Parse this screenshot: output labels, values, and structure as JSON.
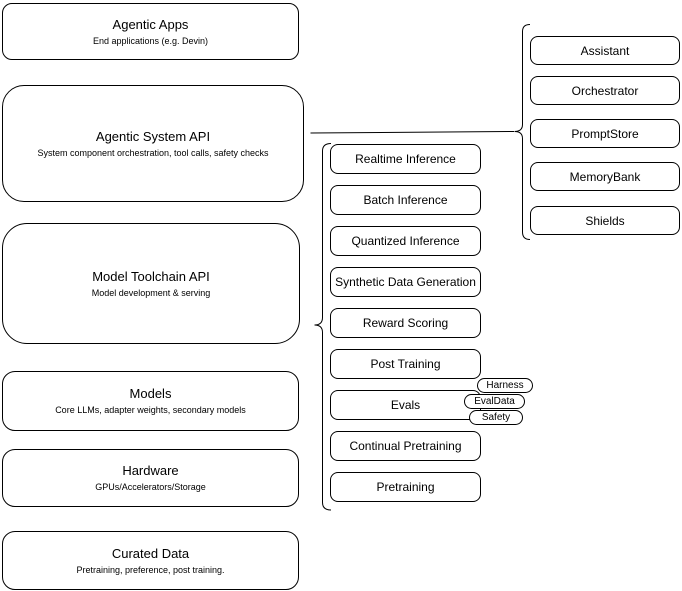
{
  "left_stack": [
    {
      "title": "Agentic Apps",
      "subtitle": "End applications (e.g. Devin)"
    },
    {
      "title": "Agentic System API",
      "subtitle": "System component orchestration, tool calls, safety checks"
    },
    {
      "title": "Model Toolchain API",
      "subtitle": "Model development & serving"
    },
    {
      "title": "Models",
      "subtitle": "Core LLMs, adapter weights, secondary models"
    },
    {
      "title": "Hardware",
      "subtitle": "GPUs/Accelerators/Storage"
    },
    {
      "title": "Curated Data",
      "subtitle": "Pretraining, preference, post training."
    }
  ],
  "toolchain_group": {
    "items": [
      "Realtime Inference",
      "Batch Inference",
      "Quantized Inference",
      "Synthetic Data Generation",
      "Reward Scoring",
      "Post Training",
      "Evals",
      "Continual Pretraining",
      "Pretraining"
    ]
  },
  "evals_pills": [
    "Harness",
    "EvalData",
    "Safety"
  ],
  "system_group": {
    "items": [
      "Assistant",
      "Orchestrator",
      "PromptStore",
      "MemoryBank",
      "Shields"
    ]
  },
  "colors": {
    "stroke": "#000000",
    "background": "#ffffff",
    "text": "#000000"
  }
}
